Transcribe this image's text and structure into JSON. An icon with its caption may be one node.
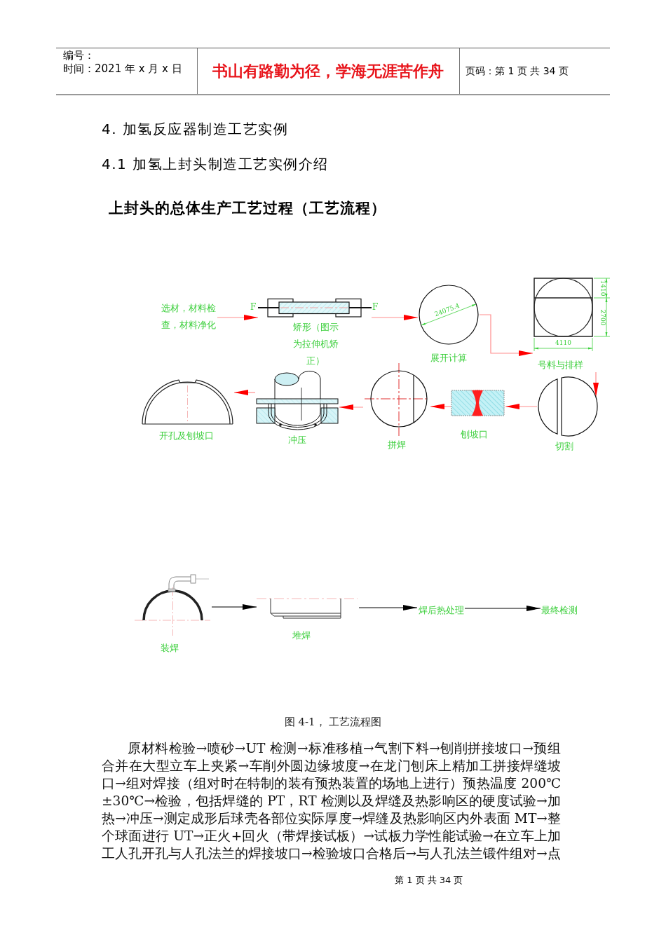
{
  "diagram": {
    "title": "上封头的总体生产工艺过程（工艺流程）",
    "caption": "图 4-1， 工艺流程图",
    "nodes": [
      {
        "text": [
          "选材，材料检查，材料净化"
        ]
      },
      {
        "text": [
          "矫形（图示为拉伸机矫正）"
        ]
      },
      {
        "text": [
          "展开计算"
        ]
      },
      {
        "text": [
          "号料与排样"
        ]
      },
      {
        "text": [
          "切割"
        ]
      },
      {
        "text": [
          "刨坡口"
        ]
      },
      {
        "text": [
          "拼焊"
        ]
      },
      {
        "text": [
          "冲压"
        ]
      },
      {
        "text": [
          "开孔及刨坡口"
        ]
      },
      {
        "text": [
          "装焊"
        ]
      },
      {
        "text": [
          "堆焊"
        ]
      },
      {
        "text": [
          "焊后热处理"
        ]
      },
      {
        "text": [
          "最终检测"
        ]
      }
    ],
    "edges": [
      {
        "from": 0,
        "to": 1,
        "arrow": "to"
      },
      {
        "from": 1,
        "to": 2,
        "arrow": "to"
      },
      {
        "from": 2,
        "to": 3,
        "arrow": "to"
      },
      {
        "from": 3,
        "to": 4,
        "arrow": "to"
      },
      {
        "from": 4,
        "to": 5,
        "arrow": "to"
      },
      {
        "from": 5,
        "to": 6,
        "arrow": "to"
      },
      {
        "from": 6,
        "to": 7,
        "arrow": "to"
      },
      {
        "from": 7,
        "to": 8,
        "arrow": "to"
      },
      {
        "from": 9,
        "to": 10,
        "arrow": "to",
        "color": "#000000"
      },
      {
        "from": 10,
        "to": 11,
        "arrow": "to",
        "color": "#000000"
      },
      {
        "from": 11,
        "to": 12,
        "arrow": "to",
        "color": "#000000"
      }
    ],
    "labels": [
      "编号：",
      "时间：2021 年 x 月 x 日",
      "书山有路勤为径，学海无涯苦作舟",
      "页码：第 1 页 共 34 页",
      "4. 加氢反应器制造工艺实例",
      "4.1 加氢上封头制造工艺实例介绍",
      "F",
      "F",
      "24075.4",
      "1410",
      "2700",
      "4110",
      "原材料检验→喷砂→UT 检测→标准移植→气割下料→刨削拼接坡口→预组合并在大型立车上夹紧→车削外圆边缘坡度→在龙门刨床上精加工拼接焊缝坡口→组对焊接（组对时在特制的装有预热装置的场地上进行）预热温度 200℃±30℃→检验，包括焊缝的 PT，RT 检测以及焊缝及热影响区的硬度试验→加热→冲压→测定成形后球壳各部位实际厚度→焊缝及热影响区内外表面 MT→整个球面进行 UT→正火+回火（带焊接试板）→试板力学性能试验→在立车上加工人孔开孔与人孔法兰的焊接坡口→检验坡口合格后→与人孔法兰锻件组对→点",
      "第 1 页 共 34 页"
    ]
  }
}
